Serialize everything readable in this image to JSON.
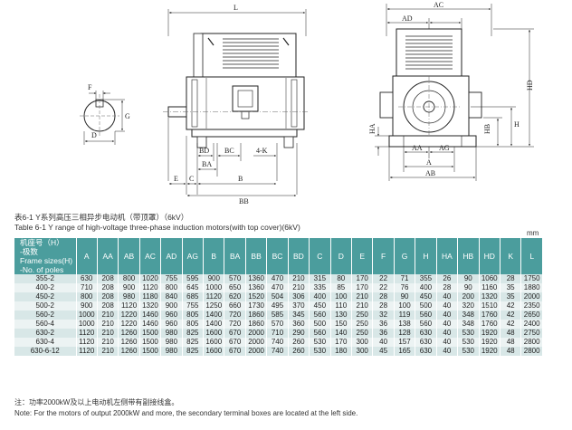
{
  "drawing_labels": {
    "shaft": [
      "F",
      "G",
      "D"
    ],
    "side": [
      "L",
      "E",
      "C",
      "B",
      "BB",
      "BA",
      "BD",
      "BC",
      "4-K"
    ],
    "front": [
      "AC",
      "AD",
      "HD",
      "HB",
      "H",
      "HA",
      "AA",
      "AG",
      "A",
      "AB"
    ]
  },
  "caption_cn": "表6-1  Y系列高压三相异步电动机（带顶罩）（6kV）",
  "caption_en": "Table 6-1  Y range of high-voltage three-phase induction motors(with top cover)(6kV)",
  "unit": "mm",
  "table": {
    "first_header": "机座号（H）\n-极数\nFrame sizes(H)\n-No. of poles",
    "columns": [
      "A",
      "AA",
      "AB",
      "AC",
      "AD",
      "AG",
      "B",
      "BA",
      "BB",
      "BC",
      "BD",
      "C",
      "D",
      "E",
      "F",
      "G",
      "H",
      "HA",
      "HB",
      "HD",
      "K",
      "L"
    ],
    "rows": [
      [
        "355-2",
        "630",
        "208",
        "800",
        "1020",
        "755",
        "595",
        "900",
        "570",
        "1360",
        "470",
        "210",
        "315",
        "80",
        "170",
        "22",
        "71",
        "355",
        "26",
        "90",
        "1060",
        "28",
        "1750"
      ],
      [
        "400-2",
        "710",
        "208",
        "900",
        "1120",
        "800",
        "645",
        "1000",
        "650",
        "1360",
        "470",
        "210",
        "335",
        "85",
        "170",
        "22",
        "76",
        "400",
        "28",
        "90",
        "1160",
        "35",
        "1880"
      ],
      [
        "450-2",
        "800",
        "208",
        "980",
        "1180",
        "840",
        "685",
        "1120",
        "620",
        "1520",
        "504",
        "306",
        "400",
        "100",
        "210",
        "28",
        "90",
        "450",
        "40",
        "200",
        "1320",
        "35",
        "2000"
      ],
      [
        "500-2",
        "900",
        "208",
        "1120",
        "1320",
        "900",
        "755",
        "1250",
        "660",
        "1730",
        "495",
        "370",
        "450",
        "110",
        "210",
        "28",
        "100",
        "500",
        "40",
        "320",
        "1510",
        "42",
        "2350"
      ],
      [
        "560-2",
        "1000",
        "210",
        "1220",
        "1460",
        "960",
        "805",
        "1400",
        "720",
        "1860",
        "585",
        "345",
        "560",
        "130",
        "250",
        "32",
        "119",
        "560",
        "40",
        "348",
        "1760",
        "42",
        "2650"
      ],
      [
        "560-4",
        "1000",
        "210",
        "1220",
        "1460",
        "960",
        "805",
        "1400",
        "720",
        "1860",
        "570",
        "360",
        "500",
        "150",
        "250",
        "36",
        "138",
        "560",
        "40",
        "348",
        "1760",
        "42",
        "2400"
      ],
      [
        "630-2",
        "1120",
        "210",
        "1260",
        "1500",
        "980",
        "825",
        "1600",
        "670",
        "2000",
        "710",
        "290",
        "560",
        "140",
        "250",
        "36",
        "128",
        "630",
        "40",
        "530",
        "1920",
        "48",
        "2750"
      ],
      [
        "630-4",
        "1120",
        "210",
        "1260",
        "1500",
        "980",
        "825",
        "1600",
        "670",
        "2000",
        "740",
        "260",
        "530",
        "170",
        "300",
        "40",
        "157",
        "630",
        "40",
        "530",
        "1920",
        "48",
        "2800"
      ],
      [
        "630-6-12",
        "1120",
        "210",
        "1260",
        "1500",
        "980",
        "825",
        "1600",
        "670",
        "2000",
        "740",
        "260",
        "530",
        "180",
        "300",
        "45",
        "165",
        "630",
        "40",
        "530",
        "1920",
        "48",
        "2800"
      ]
    ]
  },
  "note_cn": "注：功率2000kW及以上电动机左侧带有副接线盒。",
  "note_en": "Note: For the motors of output 2000kW and more, the secondary terminal boxes are located at the left side."
}
